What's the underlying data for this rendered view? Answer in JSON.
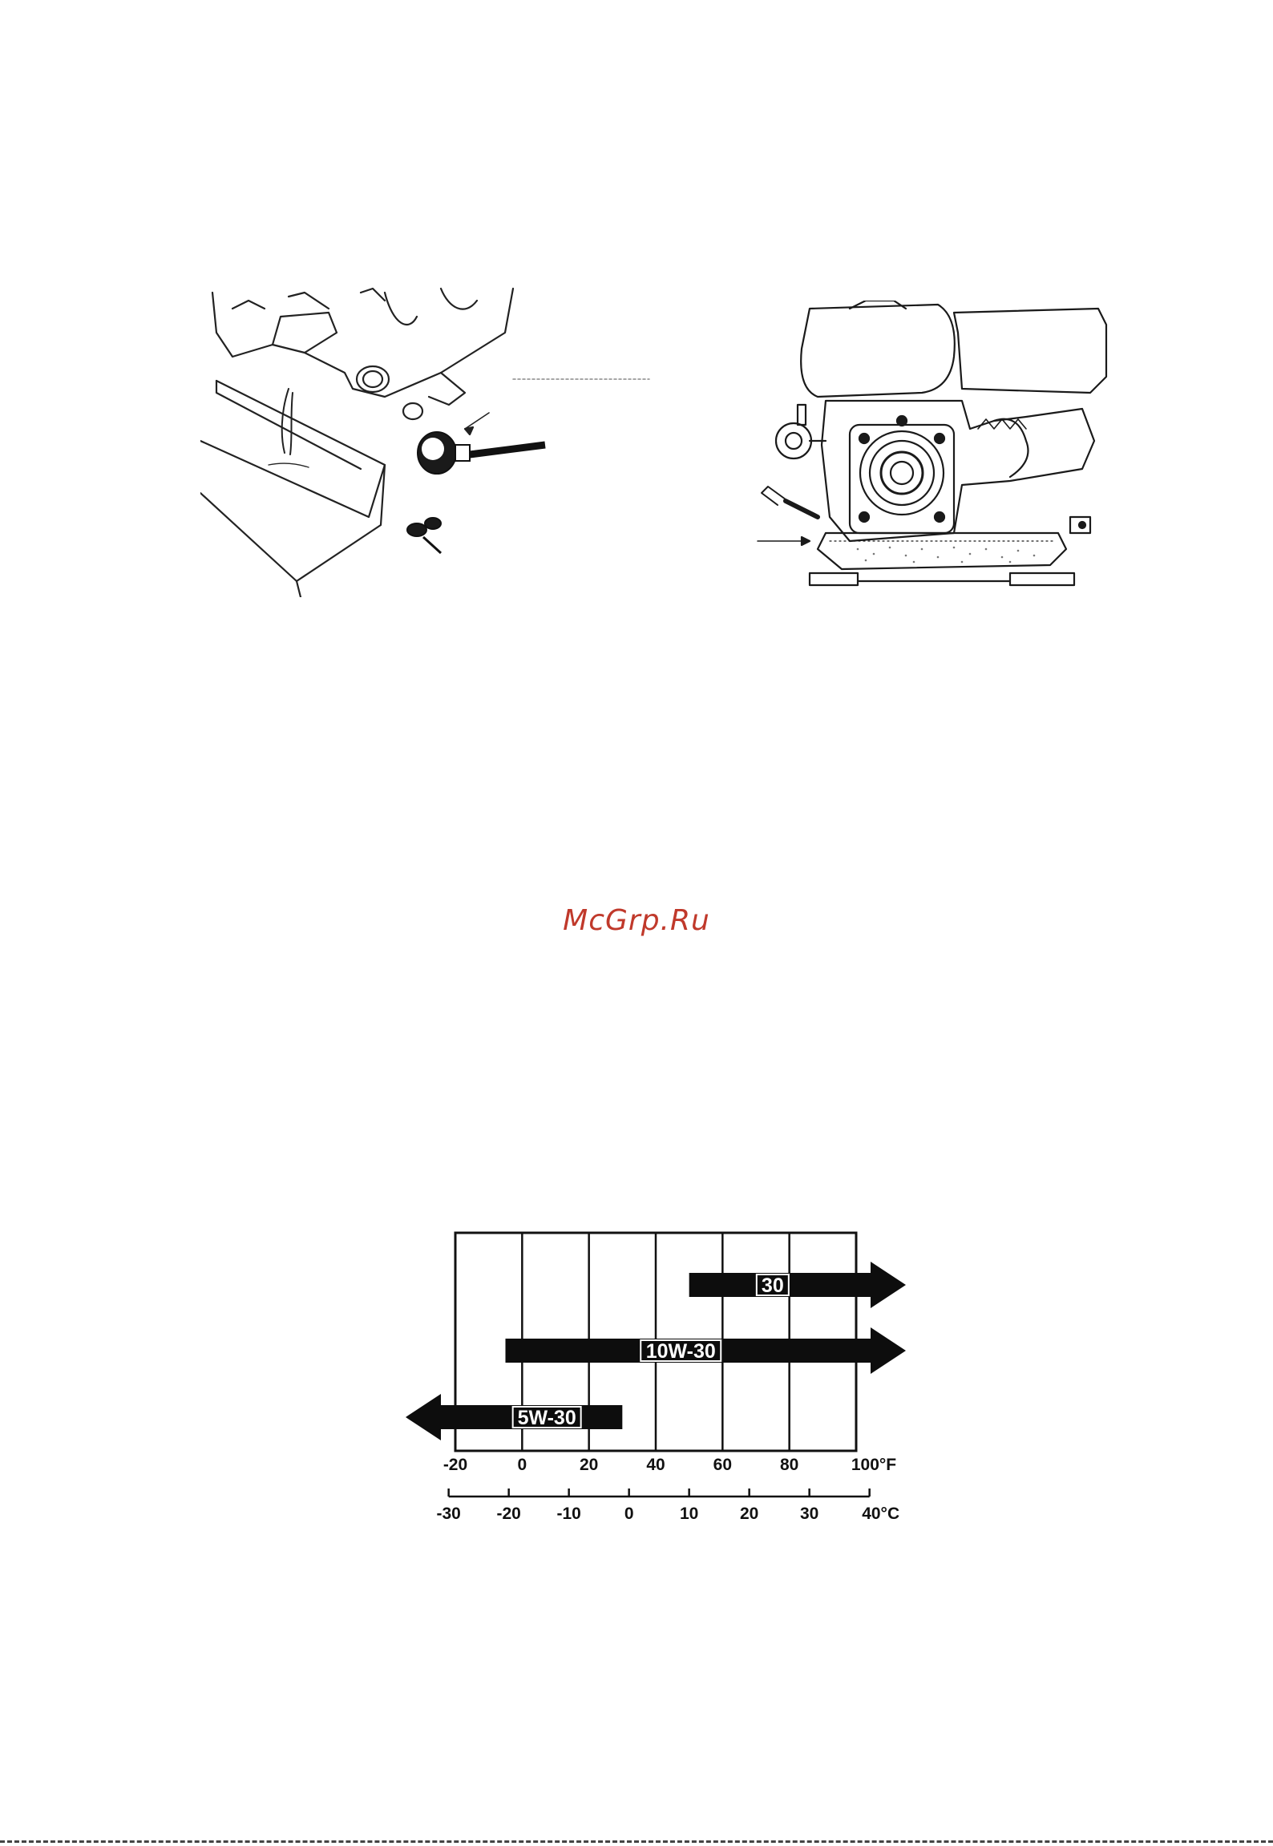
{
  "watermark": "McGrp.Ru",
  "figures": [
    {
      "id": "drain-plug-illustration"
    },
    {
      "id": "engine-oil-level-illustration"
    }
  ],
  "chart_data": {
    "type": "range-bar",
    "title": "",
    "series": [
      {
        "name": "30",
        "from_f": 50,
        "to_f": null,
        "arrow": "right"
      },
      {
        "name": "10W-30",
        "from_f": -5,
        "to_f": null,
        "arrow": "right"
      },
      {
        "name": "5W-30",
        "from_f": null,
        "to_f": 30,
        "arrow": "left"
      }
    ],
    "axis_f": {
      "ticks": [
        "-20",
        "0",
        "20",
        "40",
        "60",
        "80",
        "100"
      ],
      "unit": "°F"
    },
    "axis_c": {
      "ticks": [
        "-30",
        "-20",
        "-10",
        "0",
        "10",
        "20",
        "30",
        "40"
      ],
      "unit": "°C"
    },
    "grid": true
  }
}
